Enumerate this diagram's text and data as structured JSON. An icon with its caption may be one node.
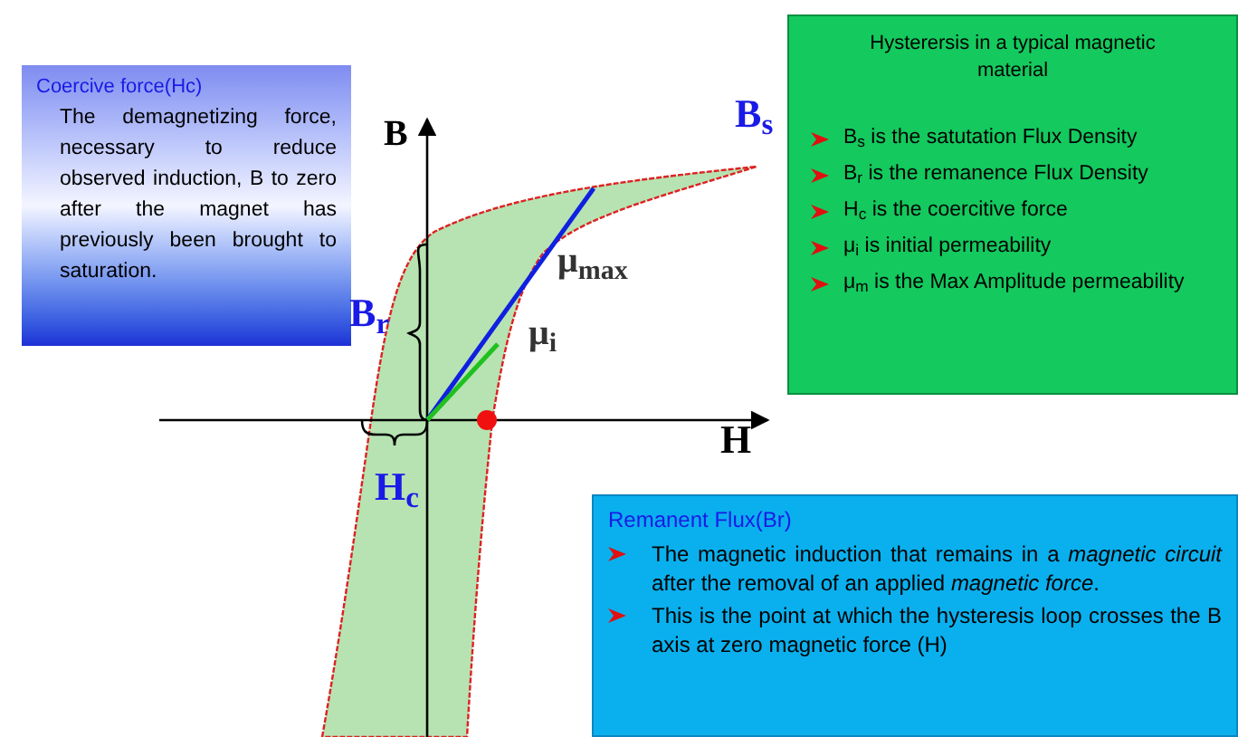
{
  "diagram": {
    "nodes": [
      {
        "text": [
          "Coercive force(Hc)",
          "The demagnetizing force, necessary to reduce observed induction, B to zero after the magnet has previously been brought to saturation."
        ]
      },
      {
        "text": [
          "Hysterersis in a typical magnetic material",
          "B$_{s}$ is the satutation Flux Density",
          "B$_{r}$ is the remanence Flux Density",
          "H$_{c}$ is the coercitive force",
          "μ$_{i}$ is initial permeability",
          "μ$_{m}$ is the Max Amplitude permeability"
        ]
      },
      {
        "text": [
          "Remanent Flux(Br)",
          "The magnetic induction that remains in a *magnetic circuit* after the removal of an applied *magnetic force*.",
          "This is the point at which the hysteresis loop crosses the B axis at zero magnetic force (H)"
        ]
      }
    ],
    "labels": [
      "B",
      "B$_{s}$",
      "μ$_{max}$",
      "μ$_{i}$",
      "B$_{r}$",
      "H",
      "H$_{c}$"
    ]
  }
}
